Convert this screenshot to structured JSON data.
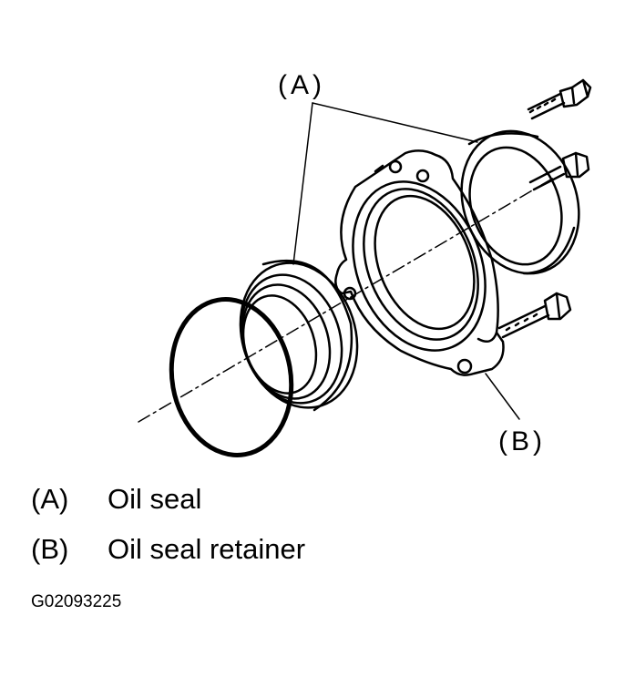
{
  "callouts": {
    "a": "(A)",
    "b": "(B)"
  },
  "legend": [
    {
      "key": "(A)",
      "label": "Oil seal"
    },
    {
      "key": "(B)",
      "label": "Oil seal retainer"
    }
  ],
  "figure_code": "G02093225"
}
